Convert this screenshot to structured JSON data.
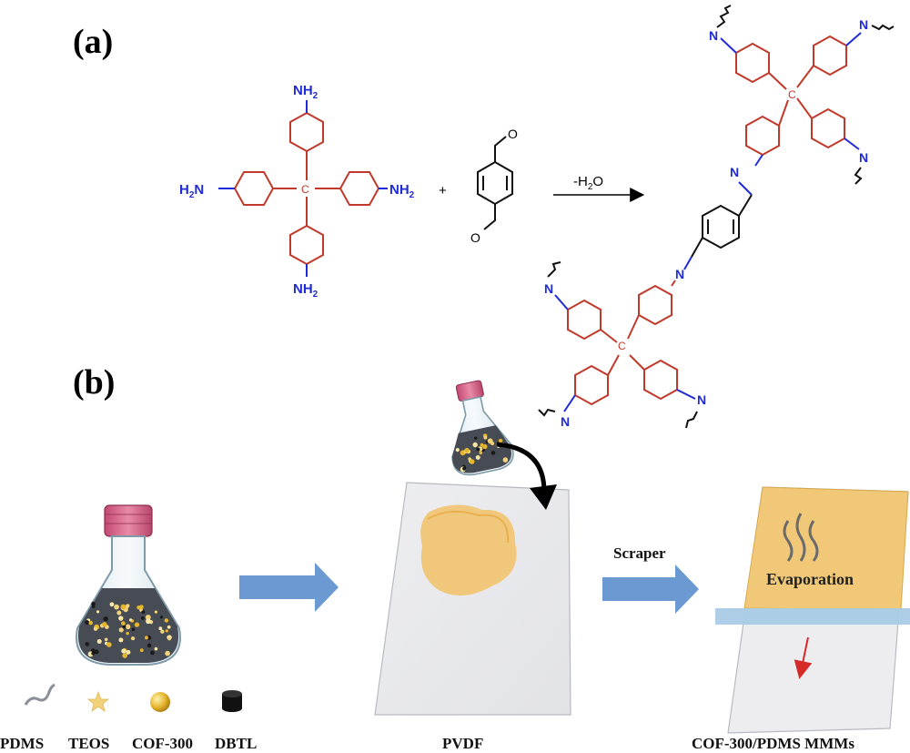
{
  "panels": {
    "a": "(a)",
    "b": "(b)"
  },
  "reaction": {
    "amine_group": "NH",
    "amine_group_sub": "2",
    "amine_group_left": "H",
    "amine_group_left_sub": "2",
    "amine_group_left_tail": "N",
    "center_atom": "C",
    "plus": "+",
    "aldehyde_oxygen": "O",
    "condition": "-H",
    "condition_sub": "2",
    "condition_tail": "O",
    "imine_nitrogen": "N"
  },
  "process": {
    "step1_label": "",
    "step2_label": "Scraper",
    "evaporation_label": "Evaporation",
    "substrate_caption": "PVDF",
    "product_caption": "COF-300/PDMS MMMs",
    "legend": [
      {
        "name": "PDMS",
        "icon": "squiggle-icon",
        "color": "#8a8f98"
      },
      {
        "name": "TEOS",
        "icon": "star-icon",
        "color": "#f2d27a"
      },
      {
        "name": "COF-300",
        "icon": "sphere-icon",
        "color": "#e5b52c"
      },
      {
        "name": "DBTL",
        "icon": "cylinder-icon",
        "color": "#111111"
      }
    ]
  },
  "colors": {
    "ring": "#c0392b",
    "amine": "#1f2bd6",
    "arrow_blue": "#5b8fce",
    "membrane": "#f0c878",
    "cap": "#d9678a"
  }
}
